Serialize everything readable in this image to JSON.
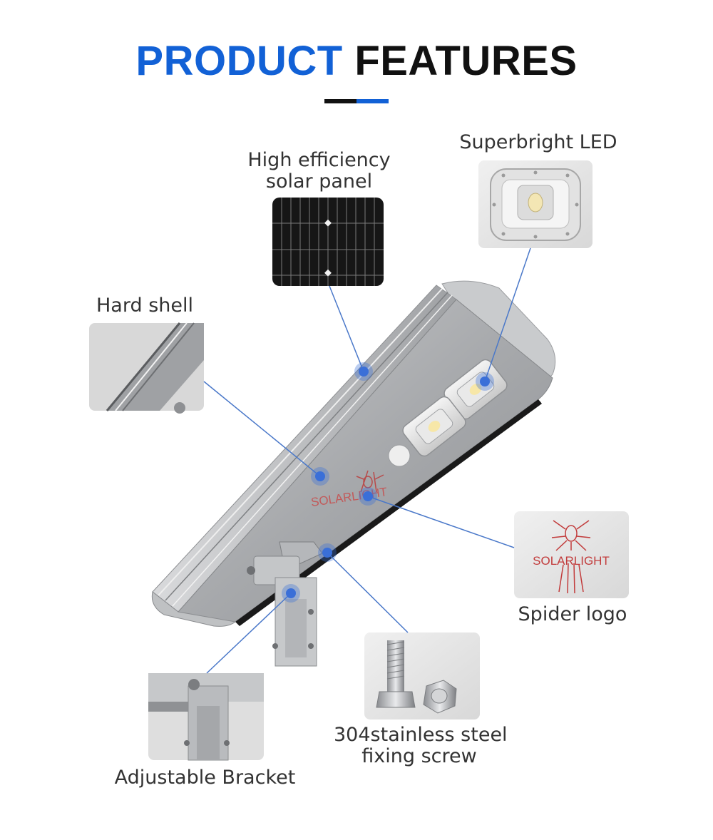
{
  "header": {
    "title_word1": "PRODUCT",
    "title_word2": "FEATURES"
  },
  "colors": {
    "accent": "#1261d6",
    "dark": "#111111",
    "callout_line": "#4a78c9",
    "callout_dot": "#3a6fd8"
  },
  "features": {
    "solar_panel": {
      "line1": "High efficiency",
      "line2": "solar panel"
    },
    "led": {
      "label": "Superbright LED"
    },
    "hard_shell": {
      "label": "Hard shell"
    },
    "spider_logo": {
      "label": "Spider logo",
      "logo_text": "SOLARLIGHT"
    },
    "screw": {
      "line1": "304stainless steel",
      "line2": "fixing screw"
    },
    "bracket": {
      "label": "Adjustable Bracket"
    }
  },
  "product": {
    "logo_text": "SOLARLIGHT"
  }
}
